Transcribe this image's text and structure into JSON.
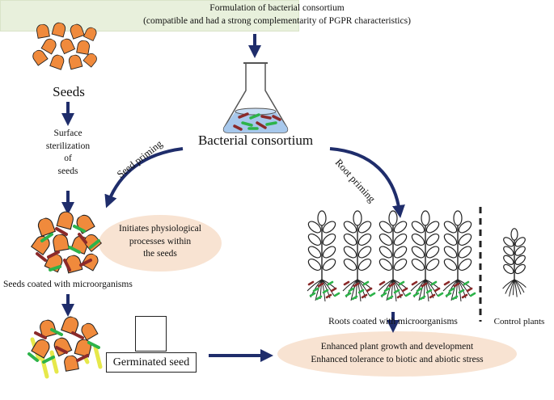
{
  "formulation": {
    "line1": "Formulation of bacterial consortium",
    "line2": "(compatible  and had a strong complementarity  of PGPR characteristics)"
  },
  "seeds_label": "Seeds",
  "sterilization": [
    "Surface",
    "sterilization",
    "of",
    "seeds"
  ],
  "consortium_label": "Bacterial consortium",
  "seed_priming_label": "Seed priming",
  "root_priming_label": "Root priming",
  "physiological": [
    "Initiates  physiological",
    "processes within",
    "the seeds"
  ],
  "seeds_coated_label": "Seeds coated with  microorganisms",
  "germinated_label": "Germinated  seed",
  "roots_coated_label": "Roots coated with  microorganisms",
  "control_label": "Control plants",
  "enhanced": [
    "Enhanced plant growth  and development",
    "Enhanced tolerance to biotic and abiotic stress"
  ],
  "colors": {
    "arrow": "#1f2d6b",
    "seed": "#f08a3c",
    "bacteria_green": "#2db34a",
    "bacteria_brown": "#8b2a2a",
    "bacteria_yellow": "#e6e84a",
    "flask_liquid": "#a7c8ec",
    "ellipse": "#f8e3d2",
    "formulation_bg": "#e8f0dc"
  }
}
